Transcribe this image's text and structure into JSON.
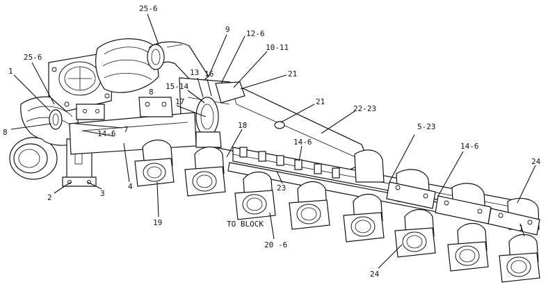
{
  "diagram": {
    "callouts": {
      "c25_6_top": "25-6",
      "c9": "9",
      "c12_6": "12-6",
      "c10_11": "10-11",
      "c21_top": "21",
      "c21_mid": "21",
      "c25_6_left": "25-6",
      "c1": "1",
      "c13": "13",
      "c16": "16",
      "c15_14": "15-14",
      "c8_upper": "8",
      "c17": "17",
      "c8_left": "8",
      "c7": "7",
      "c14_6_left": "14-6",
      "c22_23": "22-23",
      "c18": "18",
      "c5_23": "5-23",
      "c14_6_mid": "14-6",
      "c14_6_right": "14-6",
      "c24_top": "24",
      "c23": "23",
      "c2": "2",
      "c3": "3",
      "c4": "4",
      "c19": "19",
      "c1_right": "1",
      "to_block": "TO BLOCK",
      "c20_6": "20 -6",
      "c24_bottom": "24"
    }
  }
}
